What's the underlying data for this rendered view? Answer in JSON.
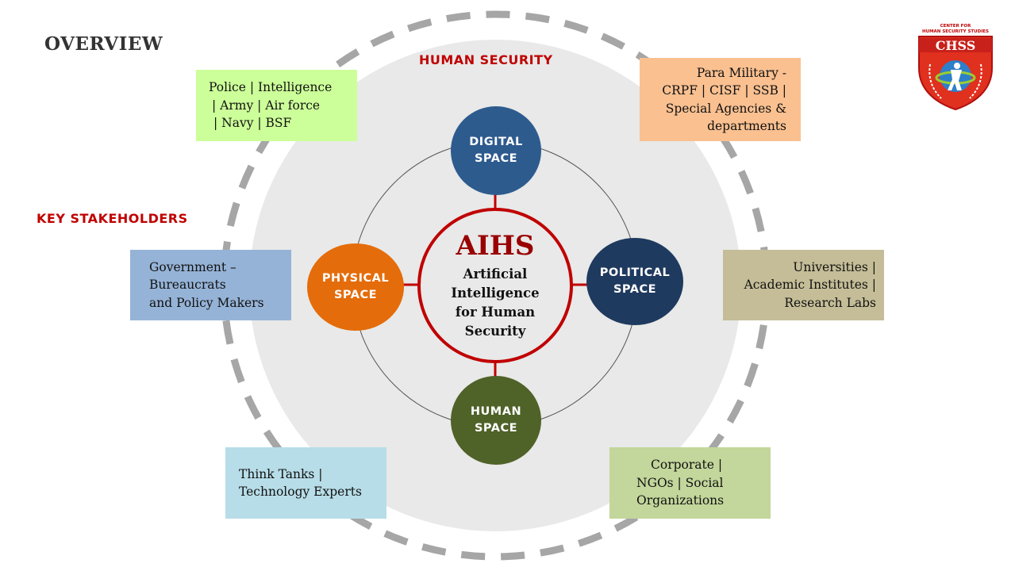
{
  "title": "OVERVIEW",
  "ring_label": "HUMAN SECURITY",
  "stakeholders_label": "KEY STAKEHOLDERS",
  "center": {
    "acronym": "AIHS",
    "lines": [
      "Artificial",
      "Intelligence",
      "for Human",
      "Security"
    ]
  },
  "spaces": [
    {
      "lines": [
        "DIGITAL",
        "SPACE"
      ],
      "color": "#2e5b8e"
    },
    {
      "lines": [
        "PHYSICAL",
        "SPACE"
      ],
      "color": "#e46c0a"
    },
    {
      "lines": [
        "POLITICAL",
        "SPACE"
      ],
      "color": "#1f3a5f"
    },
    {
      "lines": [
        "HUMAN",
        "SPACE"
      ],
      "color": "#4f6228"
    }
  ],
  "boxes": [
    {
      "lines": [
        "Police | Intelligence",
        "| Army  | Air force",
        "| Navy |  BSF"
      ],
      "color": "#ccff99"
    },
    {
      "lines": [
        "Para Military -",
        "CRPF | CISF | SSB |",
        "Special Agencies &",
        "departments"
      ],
      "color": "#fac090"
    },
    {
      "lines": [
        "Government –",
        "Bureaucrats",
        "and Policy Makers"
      ],
      "color": "#95b3d7"
    },
    {
      "lines": [
        "Universities |",
        "Academic Institutes |",
        "Research Labs"
      ],
      "color": "#c4bd97"
    },
    {
      "lines": [
        "Think Tanks |",
        "Technology Experts"
      ],
      "color": "#b7dde8"
    },
    {
      "lines": [
        "Corporate |",
        "NGOs |  Social",
        "Organizations"
      ],
      "color": "#c3d69b"
    }
  ],
  "logo": {
    "top_text": "CENTER FOR HUMAN SECURITY STUDIES",
    "name": "CHSS"
  },
  "colors": {
    "accent_red": "#c00000",
    "ring_gray": "#a6a6a6",
    "disc": "#e8e9e8"
  }
}
